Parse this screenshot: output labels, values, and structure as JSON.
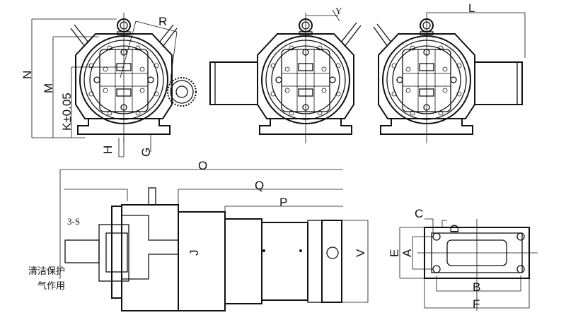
{
  "title": "Rotary fixture dimension drawing",
  "dimensions": {
    "R": "R",
    "Y": "Y",
    "L": "L",
    "N": "N",
    "M": "M",
    "K": "K±0.05",
    "H": "H",
    "G": "G",
    "O": "O",
    "Q": "Q",
    "P": "P",
    "S": "3-S",
    "J": "J",
    "V": "V",
    "C": "C",
    "D": "D",
    "E": "E",
    "A": "A",
    "B": "B",
    "F": "F"
  },
  "notes": {
    "line1": "清洁保护",
    "line2": "气作用"
  }
}
